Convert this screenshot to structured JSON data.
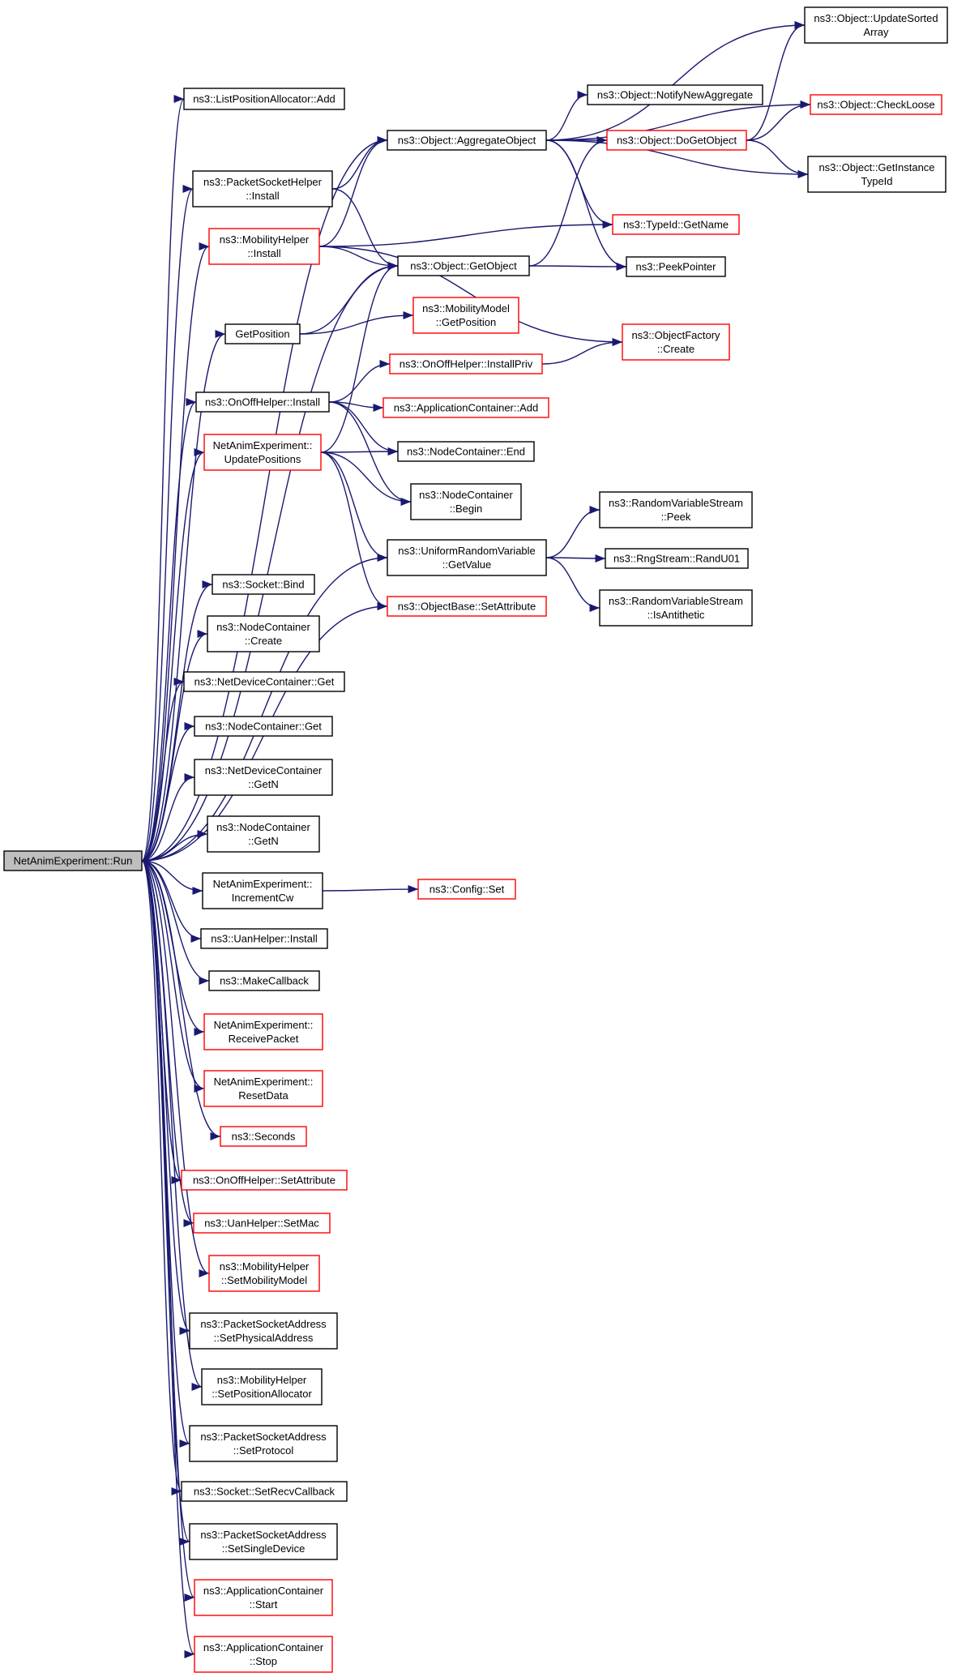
{
  "graph": {
    "root": "NetAnimExperiment::Run",
    "colors": {
      "edge": "#191970",
      "normal_border": "#000000",
      "partial_border": "#ff0000",
      "root_fill": "#bfbfbf"
    },
    "nodes": [
      {
        "id": "run",
        "lines": [
          "NetAnimExperiment::Run"
        ],
        "border": "root"
      },
      {
        "id": "lpa_add",
        "lines": [
          "ns3::ListPositionAllocator::Add"
        ],
        "border": "black"
      },
      {
        "id": "psh_install",
        "lines": [
          "ns3::PacketSocketHelper",
          "::Install"
        ],
        "border": "black"
      },
      {
        "id": "mh_install",
        "lines": [
          "ns3::MobilityHelper",
          "::Install"
        ],
        "border": "red"
      },
      {
        "id": "getposition",
        "lines": [
          "GetPosition"
        ],
        "border": "black"
      },
      {
        "id": "ooh_install",
        "lines": [
          "ns3::OnOffHelper::Install"
        ],
        "border": "black"
      },
      {
        "id": "nae_update",
        "lines": [
          "NetAnimExperiment::",
          "UpdatePositions"
        ],
        "border": "red"
      },
      {
        "id": "socket_bind",
        "lines": [
          "ns3::Socket::Bind"
        ],
        "border": "black"
      },
      {
        "id": "nc_create",
        "lines": [
          "ns3::NodeContainer",
          "::Create"
        ],
        "border": "black"
      },
      {
        "id": "ndc_get",
        "lines": [
          "ns3::NetDeviceContainer::Get"
        ],
        "border": "black"
      },
      {
        "id": "nc_get",
        "lines": [
          "ns3::NodeContainer::Get"
        ],
        "border": "black"
      },
      {
        "id": "ndc_getn",
        "lines": [
          "ns3::NetDeviceContainer",
          "::GetN"
        ],
        "border": "black"
      },
      {
        "id": "nc_getn",
        "lines": [
          "ns3::NodeContainer",
          "::GetN"
        ],
        "border": "black"
      },
      {
        "id": "nae_inccw",
        "lines": [
          "NetAnimExperiment::",
          "IncrementCw"
        ],
        "border": "black"
      },
      {
        "id": "uan_install",
        "lines": [
          "ns3::UanHelper::Install"
        ],
        "border": "black"
      },
      {
        "id": "makecallback",
        "lines": [
          "ns3::MakeCallback"
        ],
        "border": "black"
      },
      {
        "id": "nae_recv",
        "lines": [
          "NetAnimExperiment::",
          "ReceivePacket"
        ],
        "border": "red"
      },
      {
        "id": "nae_reset",
        "lines": [
          "NetAnimExperiment::",
          "ResetData"
        ],
        "border": "red"
      },
      {
        "id": "seconds",
        "lines": [
          "ns3::Seconds"
        ],
        "border": "red"
      },
      {
        "id": "ooh_setattr",
        "lines": [
          "ns3::OnOffHelper::SetAttribute"
        ],
        "border": "red"
      },
      {
        "id": "uan_setmac",
        "lines": [
          "ns3::UanHelper::SetMac"
        ],
        "border": "red"
      },
      {
        "id": "mh_setmob",
        "lines": [
          "ns3::MobilityHelper",
          "::SetMobilityModel"
        ],
        "border": "red"
      },
      {
        "id": "psa_setphys",
        "lines": [
          "ns3::PacketSocketAddress",
          "::SetPhysicalAddress"
        ],
        "border": "black"
      },
      {
        "id": "mh_setpos",
        "lines": [
          "ns3::MobilityHelper",
          "::SetPositionAllocator"
        ],
        "border": "black"
      },
      {
        "id": "psa_setproto",
        "lines": [
          "ns3::PacketSocketAddress",
          "::SetProtocol"
        ],
        "border": "black"
      },
      {
        "id": "socket_setrecv",
        "lines": [
          "ns3::Socket::SetRecvCallback"
        ],
        "border": "black"
      },
      {
        "id": "psa_setsingle",
        "lines": [
          "ns3::PacketSocketAddress",
          "::SetSingleDevice"
        ],
        "border": "black"
      },
      {
        "id": "ac_start",
        "lines": [
          "ns3::ApplicationContainer",
          "::Start"
        ],
        "border": "red"
      },
      {
        "id": "ac_stop",
        "lines": [
          "ns3::ApplicationContainer",
          "::Stop"
        ],
        "border": "red"
      },
      {
        "id": "obj_aggregate",
        "lines": [
          "ns3::Object::AggregateObject"
        ],
        "border": "black"
      },
      {
        "id": "obj_getobject",
        "lines": [
          "ns3::Object::GetObject"
        ],
        "border": "black"
      },
      {
        "id": "mm_getpos",
        "lines": [
          "ns3::MobilityModel",
          "::GetPosition"
        ],
        "border": "red"
      },
      {
        "id": "ooh_installpriv",
        "lines": [
          "ns3::OnOffHelper::InstallPriv"
        ],
        "border": "red"
      },
      {
        "id": "ac_add",
        "lines": [
          "ns3::ApplicationContainer::Add"
        ],
        "border": "red"
      },
      {
        "id": "nc_end",
        "lines": [
          "ns3::NodeContainer::End"
        ],
        "border": "black"
      },
      {
        "id": "nc_begin",
        "lines": [
          "ns3::NodeContainer",
          "::Begin"
        ],
        "border": "black"
      },
      {
        "id": "urv_getvalue",
        "lines": [
          "ns3::UniformRandomVariable",
          "::GetValue"
        ],
        "border": "black"
      },
      {
        "id": "ob_setattr",
        "lines": [
          "ns3::ObjectBase::SetAttribute"
        ],
        "border": "red"
      },
      {
        "id": "config_set",
        "lines": [
          "ns3::Config::Set"
        ],
        "border": "red"
      },
      {
        "id": "obj_updsorted",
        "lines": [
          "ns3::Object::UpdateSorted",
          "Array"
        ],
        "border": "black"
      },
      {
        "id": "obj_notify",
        "lines": [
          "ns3::Object::NotifyNewAggregate"
        ],
        "border": "black"
      },
      {
        "id": "obj_dogetobject",
        "lines": [
          "ns3::Object::DoGetObject"
        ],
        "border": "red"
      },
      {
        "id": "typeid_getname",
        "lines": [
          "ns3::TypeId::GetName"
        ],
        "border": "red"
      },
      {
        "id": "peekpointer",
        "lines": [
          "ns3::PeekPointer"
        ],
        "border": "black"
      },
      {
        "id": "objfactory_create",
        "lines": [
          "ns3::ObjectFactory",
          "::Create"
        ],
        "border": "red"
      },
      {
        "id": "rvs_peek",
        "lines": [
          "ns3::RandomVariableStream",
          "::Peek"
        ],
        "border": "black"
      },
      {
        "id": "rng_randu01",
        "lines": [
          "ns3::RngStream::RandU01"
        ],
        "border": "black"
      },
      {
        "id": "rvs_isanti",
        "lines": [
          "ns3::RandomVariableStream",
          "::IsAntithetic"
        ],
        "border": "black"
      },
      {
        "id": "obj_checkloose",
        "lines": [
          "ns3::Object::CheckLoose"
        ],
        "border": "red"
      },
      {
        "id": "obj_getinstance",
        "lines": [
          "ns3::Object::GetInstance",
          "TypeId"
        ],
        "border": "black"
      }
    ],
    "edges": [
      [
        "run",
        "lpa_add"
      ],
      [
        "run",
        "obj_aggregate"
      ],
      [
        "run",
        "psh_install"
      ],
      [
        "run",
        "mh_install"
      ],
      [
        "run",
        "obj_getobject"
      ],
      [
        "run",
        "getposition"
      ],
      [
        "run",
        "ooh_install"
      ],
      [
        "run",
        "nae_update"
      ],
      [
        "run",
        "urv_getvalue"
      ],
      [
        "run",
        "ob_setattr"
      ],
      [
        "run",
        "socket_bind"
      ],
      [
        "run",
        "nc_create"
      ],
      [
        "run",
        "ndc_get"
      ],
      [
        "run",
        "nc_get"
      ],
      [
        "run",
        "ndc_getn"
      ],
      [
        "run",
        "nc_getn"
      ],
      [
        "run",
        "nae_inccw"
      ],
      [
        "run",
        "uan_install"
      ],
      [
        "run",
        "makecallback"
      ],
      [
        "run",
        "nae_recv"
      ],
      [
        "run",
        "nae_reset"
      ],
      [
        "run",
        "seconds"
      ],
      [
        "run",
        "ooh_setattr"
      ],
      [
        "run",
        "uan_setmac"
      ],
      [
        "run",
        "mh_setmob"
      ],
      [
        "run",
        "psa_setphys"
      ],
      [
        "run",
        "mh_setpos"
      ],
      [
        "run",
        "psa_setproto"
      ],
      [
        "run",
        "socket_setrecv"
      ],
      [
        "run",
        "psa_setsingle"
      ],
      [
        "run",
        "ac_start"
      ],
      [
        "run",
        "ac_stop"
      ],
      [
        "psh_install",
        "obj_aggregate"
      ],
      [
        "psh_install",
        "obj_getobject"
      ],
      [
        "mh_install",
        "obj_aggregate"
      ],
      [
        "mh_install",
        "typeid_getname"
      ],
      [
        "mh_install",
        "obj_getobject"
      ],
      [
        "mh_install",
        "objfactory_create"
      ],
      [
        "getposition",
        "obj_getobject"
      ],
      [
        "getposition",
        "mm_getpos"
      ],
      [
        "ooh_install",
        "ooh_installpriv"
      ],
      [
        "ooh_install",
        "ac_add"
      ],
      [
        "ooh_install",
        "nc_end"
      ],
      [
        "ooh_install",
        "nc_begin"
      ],
      [
        "nae_update",
        "obj_getobject"
      ],
      [
        "nae_update",
        "nc_end"
      ],
      [
        "nae_update",
        "nc_begin"
      ],
      [
        "nae_update",
        "urv_getvalue"
      ],
      [
        "nae_update",
        "ob_setattr"
      ],
      [
        "nae_inccw",
        "config_set"
      ],
      [
        "obj_aggregate",
        "obj_updsorted"
      ],
      [
        "obj_aggregate",
        "obj_checkloose"
      ],
      [
        "obj_aggregate",
        "obj_notify"
      ],
      [
        "obj_aggregate",
        "obj_dogetobject"
      ],
      [
        "obj_aggregate",
        "obj_getinstance"
      ],
      [
        "obj_aggregate",
        "typeid_getname"
      ],
      [
        "obj_aggregate",
        "peekpointer"
      ],
      [
        "obj_dogetobject",
        "obj_updsorted"
      ],
      [
        "obj_dogetobject",
        "obj_checkloose"
      ],
      [
        "obj_dogetobject",
        "obj_getinstance"
      ],
      [
        "obj_getobject",
        "obj_dogetobject"
      ],
      [
        "obj_getobject",
        "peekpointer"
      ],
      [
        "ooh_installpriv",
        "objfactory_create"
      ],
      [
        "urv_getvalue",
        "rvs_peek"
      ],
      [
        "urv_getvalue",
        "rng_randu01"
      ],
      [
        "urv_getvalue",
        "rvs_isanti"
      ]
    ]
  }
}
